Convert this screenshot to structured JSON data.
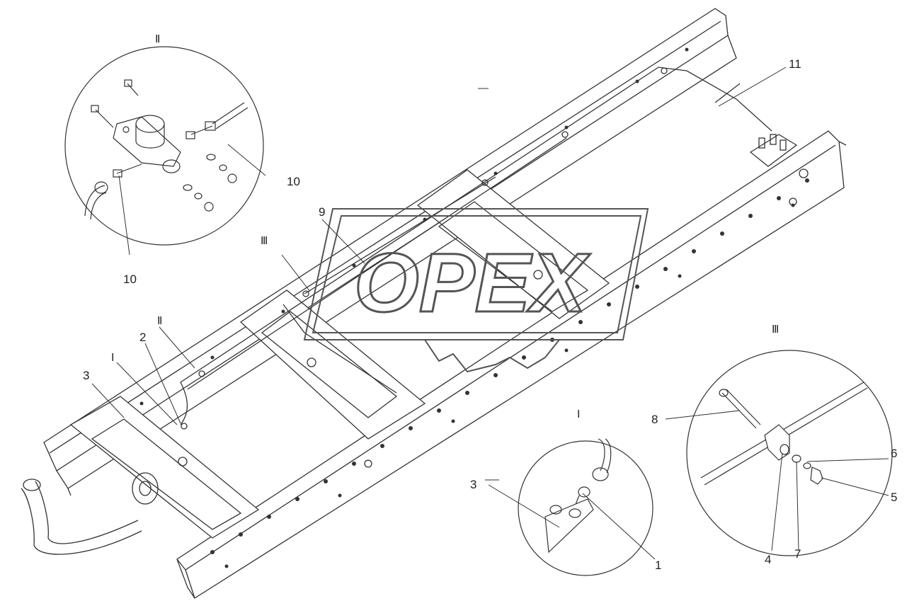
{
  "watermark": {
    "text": "OPEX"
  },
  "callouts": {
    "c1": "1",
    "c2": "2",
    "c3": "3",
    "c3b": "3",
    "c4": "4",
    "c5": "5",
    "c6": "6",
    "c7": "7",
    "c8": "8",
    "c9": "9",
    "c10a": "10",
    "c10b": "10",
    "c11": "11"
  },
  "views": {
    "v1_main": "Ⅰ",
    "v2_main": "Ⅱ",
    "v3_main": "Ⅲ",
    "v1_detail": "Ⅰ",
    "v2_detail": "Ⅱ",
    "v3_detail": "Ⅲ"
  },
  "colors": {
    "line": "#333333",
    "background": "#ffffff",
    "watermark": "#555555"
  }
}
